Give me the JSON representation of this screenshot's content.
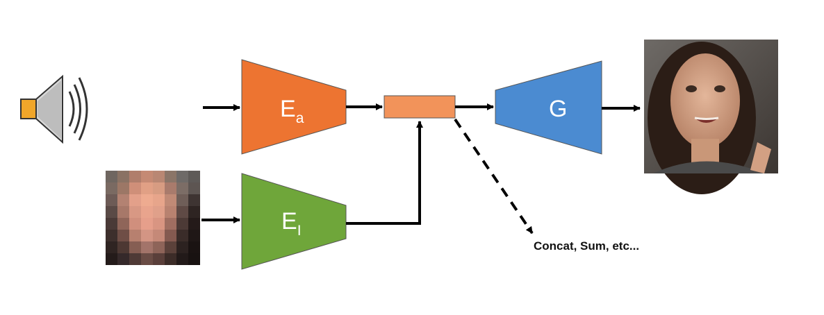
{
  "diagram": {
    "audio_encoder": {
      "label": "E",
      "subscript": "a",
      "color": "#ED7431"
    },
    "image_encoder": {
      "label": "E",
      "subscript": "I",
      "color": "#6FA63A"
    },
    "generator": {
      "label": "G",
      "color": "#4B8BD1"
    },
    "fusion_block": {
      "color": "#F2935A"
    },
    "fusion_note": "Concat, Sum, etc...",
    "arrow_color": "#000000",
    "icons": {
      "speaker": "speaker-icon",
      "waveform": "audio-waveform",
      "input_face": "pixelated-face-image",
      "output_face": "generated-face-image"
    }
  }
}
